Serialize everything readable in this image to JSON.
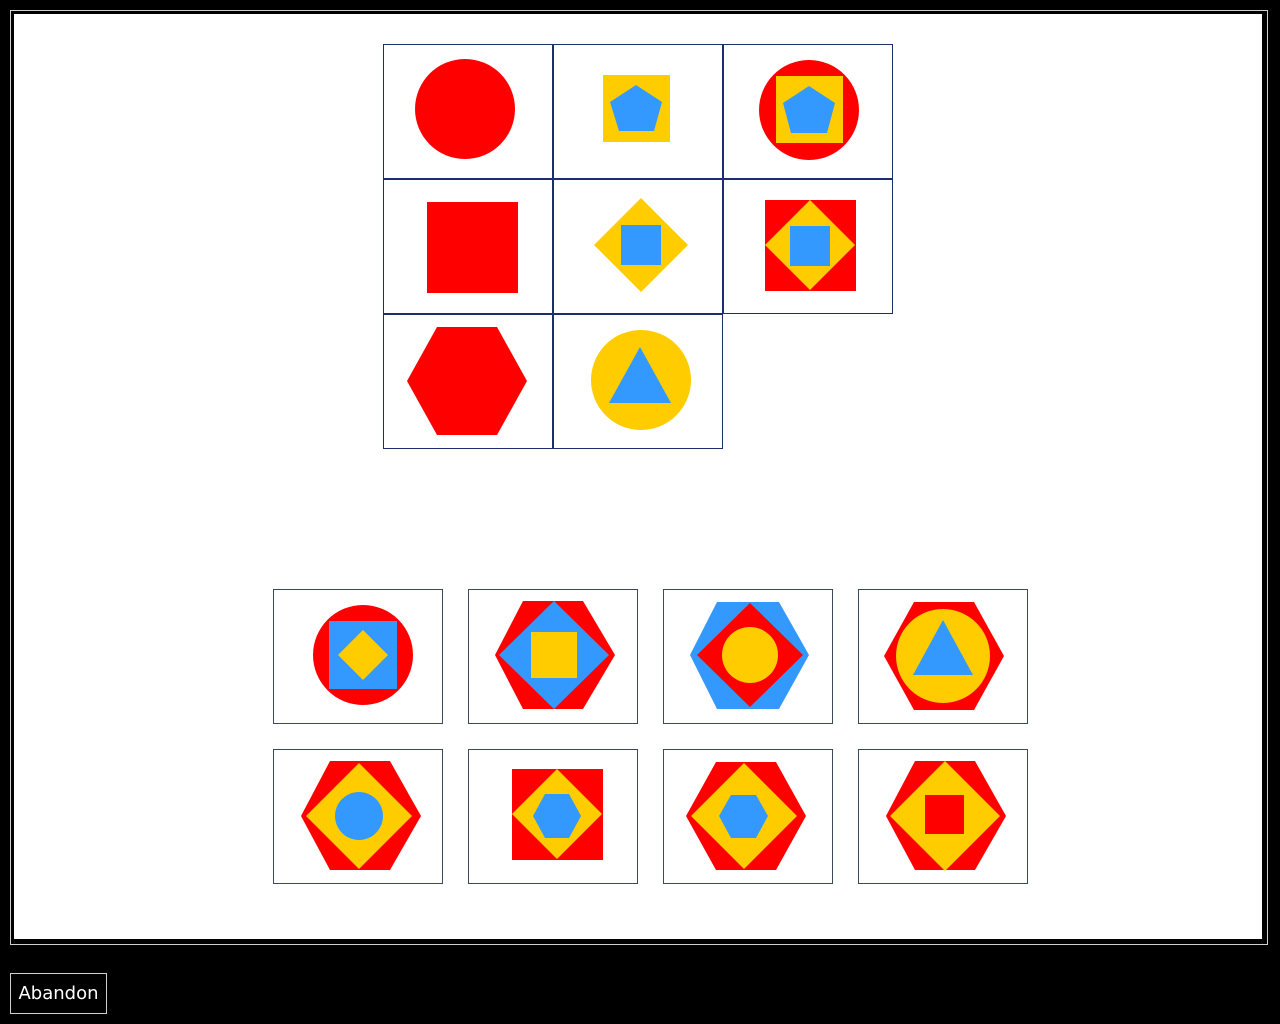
{
  "colors": {
    "red": "#ff0000",
    "yellow": "#ffcc00",
    "blue": "#3399ff",
    "background": "#000000",
    "panel": "#ffffff"
  },
  "matrix": [
    {
      "name": "matrix-cell-r1c1",
      "shapes": [
        "red-circle-icon"
      ]
    },
    {
      "name": "matrix-cell-r1c2",
      "shapes": [
        "yellow-square-icon",
        "blue-pentagon-icon"
      ]
    },
    {
      "name": "matrix-cell-r1c3",
      "shapes": [
        "red-circle-icon",
        "yellow-square-icon",
        "blue-pentagon-icon"
      ]
    },
    {
      "name": "matrix-cell-r2c1",
      "shapes": [
        "red-square-icon"
      ]
    },
    {
      "name": "matrix-cell-r2c2",
      "shapes": [
        "yellow-diamond-icon",
        "blue-square-icon"
      ]
    },
    {
      "name": "matrix-cell-r2c3",
      "shapes": [
        "red-square-icon",
        "yellow-diamond-icon",
        "blue-square-icon"
      ]
    },
    {
      "name": "matrix-cell-r3c1",
      "shapes": [
        "red-hexagon-icon"
      ]
    },
    {
      "name": "matrix-cell-r3c2",
      "shapes": [
        "yellow-circle-icon",
        "blue-triangle-icon"
      ]
    }
  ],
  "options": [
    {
      "name": "answer-option-1",
      "shapes": [
        "red-circle-icon",
        "blue-square-icon",
        "yellow-diamond-icon"
      ]
    },
    {
      "name": "answer-option-2",
      "shapes": [
        "red-hexagon-icon",
        "blue-diamond-icon",
        "yellow-square-icon"
      ]
    },
    {
      "name": "answer-option-3",
      "shapes": [
        "blue-hexagon-icon",
        "red-diamond-icon",
        "yellow-circle-icon"
      ]
    },
    {
      "name": "answer-option-4",
      "shapes": [
        "red-hexagon-icon",
        "yellow-circle-icon",
        "blue-triangle-icon"
      ]
    },
    {
      "name": "answer-option-5",
      "shapes": [
        "red-hexagon-icon",
        "yellow-diamond-icon",
        "blue-circle-icon"
      ]
    },
    {
      "name": "answer-option-6",
      "shapes": [
        "red-square-icon",
        "yellow-diamond-icon",
        "blue-hexagon-icon"
      ]
    },
    {
      "name": "answer-option-7",
      "shapes": [
        "red-hexagon-icon",
        "yellow-diamond-icon",
        "blue-hexagon-icon"
      ]
    },
    {
      "name": "answer-option-8",
      "shapes": [
        "red-hexagon-icon",
        "yellow-diamond-icon",
        "red-square-icon"
      ]
    }
  ],
  "buttons": {
    "abandon_label": "Abandon"
  }
}
